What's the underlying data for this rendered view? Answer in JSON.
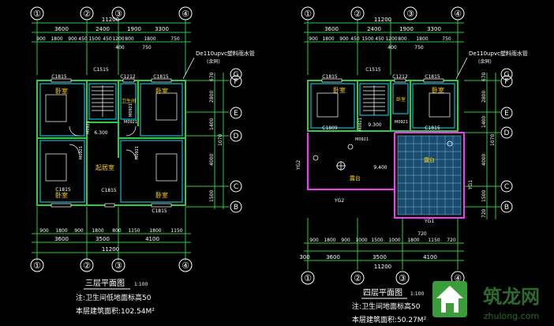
{
  "left_plan": {
    "grid_top": [
      "①",
      "②",
      "③",
      "④"
    ],
    "grid_bottom": [
      "①",
      "②",
      "③",
      "④"
    ],
    "grid_right": [
      "G",
      "F",
      "E",
      "D",
      "C",
      "B"
    ],
    "top_total": "11200",
    "top_row1": [
      "3600",
      "2400",
      "1900",
      "3300"
    ],
    "top_row2": [
      "900",
      "1800",
      "900",
      "450",
      "1500",
      "450",
      "1200",
      "800",
      "1800",
      "750"
    ],
    "top_row2b": [
      "400",
      "750"
    ],
    "bot_row1": [
      "900",
      "1800",
      "900",
      "1800",
      "800",
      "1150",
      "1800",
      "1150"
    ],
    "bot_row2": [
      "3600",
      "3500",
      "4100"
    ],
    "bot_total": "11200",
    "right_dims": [
      "670",
      "2800",
      "1400",
      "1070",
      "4000",
      "1500"
    ],
    "pipe_label": "De110upvc塑料雨水管",
    "pipe_label2": "(余同)",
    "windows": [
      "C1815",
      "C1515",
      "C1212",
      "C1815",
      "C1815",
      "C1815",
      "C1815"
    ],
    "doors": [
      "M0921",
      "M0921",
      "M0921",
      "M0921",
      "M0921"
    ],
    "rooms": [
      "卧室",
      "卧室",
      "卧室",
      "卧室",
      "起居室",
      "卫生间"
    ],
    "elev": "6.300",
    "title": "三层平面图",
    "scale": "1:100",
    "note": "注:卫生间低地面标高50",
    "area": "本层建筑面积:102.54M²"
  },
  "right_plan": {
    "grid_top": [
      "①",
      "②",
      "③",
      "④"
    ],
    "grid_bottom": [
      "①",
      "②",
      "③",
      "④"
    ],
    "grid_right": [
      "G",
      "F",
      "E",
      "D",
      "C",
      "B"
    ],
    "top_total": "11200",
    "top_row1": [
      "3600",
      "2400",
      "1900",
      "3300"
    ],
    "top_row2": [
      "900",
      "1800",
      "900",
      "450",
      "1500",
      "450",
      "1200",
      "800",
      "1800",
      "750"
    ],
    "top_row2b": [
      "400",
      "750"
    ],
    "bot_row0": "720",
    "bot_row1": [
      "900",
      "1800",
      "900",
      "1000",
      "1500",
      "1000",
      "1800",
      "1150",
      "720"
    ],
    "bot_row2": [
      "300",
      "3600",
      "3500",
      "4100"
    ],
    "bot_total": "11200",
    "right_dims": [
      "670",
      "2800",
      "1400",
      "1070",
      "4000",
      "1500",
      "720"
    ],
    "pipe_label": "De110upvc塑料雨水管",
    "pipe_label2": "(余同)",
    "windows": [
      "C1515",
      "C1212",
      "C1815",
      "C1815",
      "C1809",
      "C1815"
    ],
    "doors": [
      "M0921",
      "M0921",
      "M0921"
    ],
    "rooms": [
      "卧室",
      "卧室",
      "卧室",
      "露台",
      "露台"
    ],
    "elev": "9.300",
    "elev2": "9.400",
    "yg": [
      "YG2",
      "YG2",
      "YG1",
      "YG1"
    ],
    "title": "四层平面图",
    "scale": "1:100",
    "note": "注:卫生间地面标高50",
    "area": "本层建筑面积:50.27M²"
  },
  "watermark": {
    "cn": "筑龙网",
    "url": "zhulong.com"
  }
}
